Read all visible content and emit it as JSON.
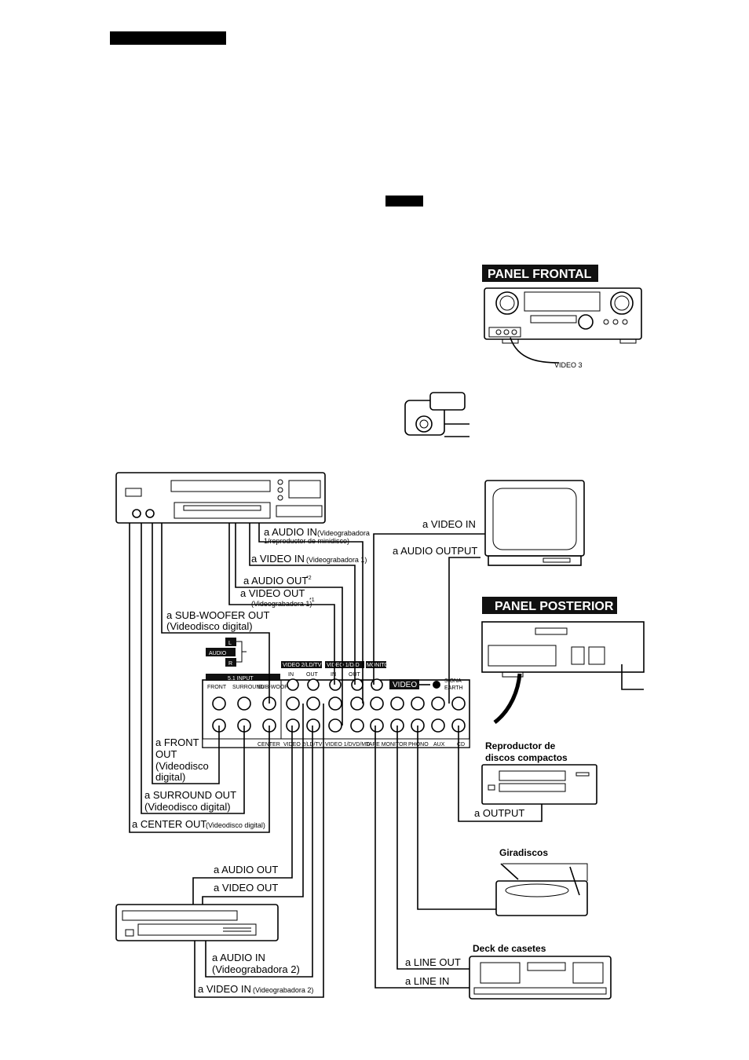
{
  "headers": {
    "front_panel": "PANEL FRONTAL",
    "rear_panel": "PANEL POSTERIOR"
  },
  "front_panel": {
    "video3": "VIDEO 3"
  },
  "receiver": {
    "video_tag": "VIDEO",
    "signal_earth": [
      "SIGNA",
      "EARTH"
    ],
    "audio_tags": [
      "L",
      "AUDIO",
      "R"
    ],
    "top_labels": [
      "5.1 INPUT",
      "VIDEO 2/LD/TV",
      "VIDEO 1/D/D",
      "MONITOR"
    ],
    "sub_labels": [
      "FRONT",
      "SURROUND",
      "SUB-WOOFER"
    ],
    "io_labels": [
      "IN",
      "OUT",
      "IN",
      "OUT"
    ],
    "bottom_labels": [
      "CENTER",
      "VIDEO 2/LD/TV",
      "VIDEO 1/DVD/MD",
      "TAPE MONITOR",
      "PHONO",
      "AUX",
      "CD"
    ]
  },
  "dvd_labels": {
    "audio_in": "a AUDIO IN",
    "audio_in_note1": "(Videograbadora",
    "audio_in_note2": "1/reproductor de minidisco)",
    "video_in": "a VIDEO IN",
    "video_in_note": "(Videograbadora 1)",
    "audio_out": "a AUDIO OUT",
    "audio_out_note": "*2",
    "video_out": "a  VIDEO  OUT",
    "video_out_note": "(Videograbadora 1)",
    "video_out_sup": "*1",
    "sub_woofer": "a SUB-WOOFER OUT",
    "sub_woofer_note": "(Videodisco digital)",
    "front_out": [
      "a FRONT",
      "OUT",
      "(Videodisco",
      "digital)"
    ],
    "surround_out": "a SURROUND OUT",
    "surround_note": "(Videodisco digital)",
    "center_out": "a CENTER OUT",
    "center_note": "(Videodisco digital)"
  },
  "tv_labels": {
    "video_in": "a VIDEO IN",
    "audio_output": "a  AUDIO OUTPUT"
  },
  "vcr2_labels": {
    "audio_out": "a AUDIO OUT",
    "video_out": "a VIDEO OUT",
    "audio_in": "a AUDIO IN",
    "audio_in_note": "(Videograbadora 2)",
    "video_in": "a VIDEO IN",
    "video_in_note": "(Videograbadora 2)"
  },
  "cd_player": {
    "title1": "Reproductor de",
    "title2": "discos compactos",
    "output": "a OUTPUT"
  },
  "turntable": {
    "title": "Giradiscos"
  },
  "cassette": {
    "title": "Deck de casetes",
    "line_out": "a LINE OUT",
    "line_in": "a LINE IN"
  }
}
